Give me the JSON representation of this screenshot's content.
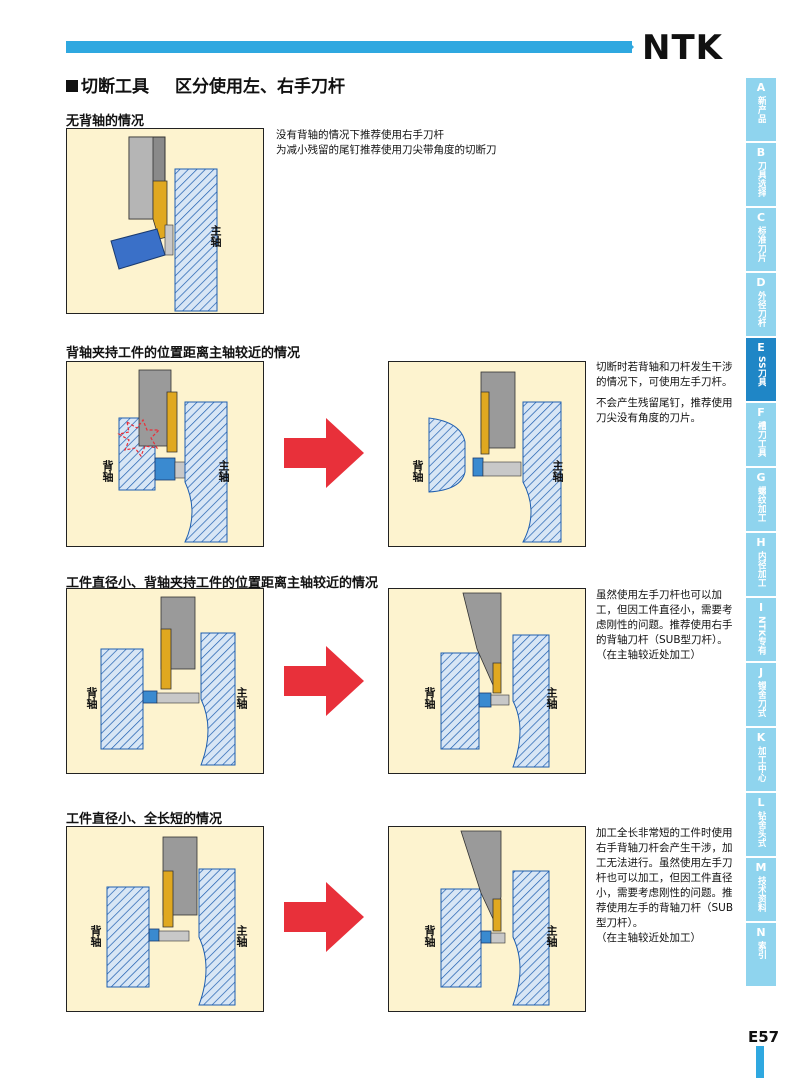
{
  "header": {
    "logo": "NTK",
    "accent_color": "#2fa8e0"
  },
  "title": {
    "part1": "切断工具",
    "part2": "区分使用左、右手刀杆"
  },
  "labels": {
    "main_spindle": "主轴",
    "sub_spindle": "背轴"
  },
  "sections": [
    {
      "title": "无背轴的情况",
      "desc": [
        "没有背轴的情况下推荐使用右手刀杆",
        "为减小残留的尾钉推荐使用刀尖带角度的切断刀"
      ]
    },
    {
      "title": "背轴夹持工件的位置距离主轴较近的情况",
      "desc": [
        "切断时若背轴和刀杆发生干涉的情况下，可使用左手刀杆。",
        "不会产生残留尾钉，推荐使用刀尖没有角度的刀片。"
      ]
    },
    {
      "title": "工件直径小、背轴夹持工件的位置距离主轴较近的情况",
      "desc": [
        "虽然使用左手刀杆也可以加工，但因工件直径小，需要考虑刚性的问题。推荐使用右手的背轴刀杆（SUB型刀杆）。（在主轴较近处加工）"
      ]
    },
    {
      "title": "工件直径小、全长短的情况",
      "desc": [
        "加工全长非常短的工件时使用右手背轴刀杆会产生干涉，加工无法进行。虽然使用左手刀杆也可以加工，但因工件直径小，需要考虑刚性的问题。推荐使用左手的背轴刀杆（SUB型刀杆）。",
        "（在主轴较近处加工）"
      ]
    }
  ],
  "sidebar": {
    "active_color": "#1f86c6",
    "inactive_color": "#8fd4ee",
    "tabs": [
      {
        "letter": "A",
        "label": "新产品"
      },
      {
        "letter": "B",
        "label": "刀具选择"
      },
      {
        "letter": "C",
        "label": "标准刀片"
      },
      {
        "letter": "D",
        "label": "外径刀杆"
      },
      {
        "letter": "E",
        "label": "SS刀具"
      },
      {
        "letter": "F",
        "label": "槽刀工具"
      },
      {
        "letter": "G",
        "label": "螺纹加工"
      },
      {
        "letter": "H",
        "label": "内径加工"
      },
      {
        "letter": "I",
        "label": "NTK专有"
      },
      {
        "letter": "J",
        "label": "镗舍刀式"
      },
      {
        "letter": "K",
        "label": "加工中心"
      },
      {
        "letter": "L",
        "label": "钻舍头式"
      },
      {
        "letter": "M",
        "label": "技术资料"
      },
      {
        "letter": "N",
        "label": "索引"
      }
    ]
  },
  "page_number": "E57"
}
